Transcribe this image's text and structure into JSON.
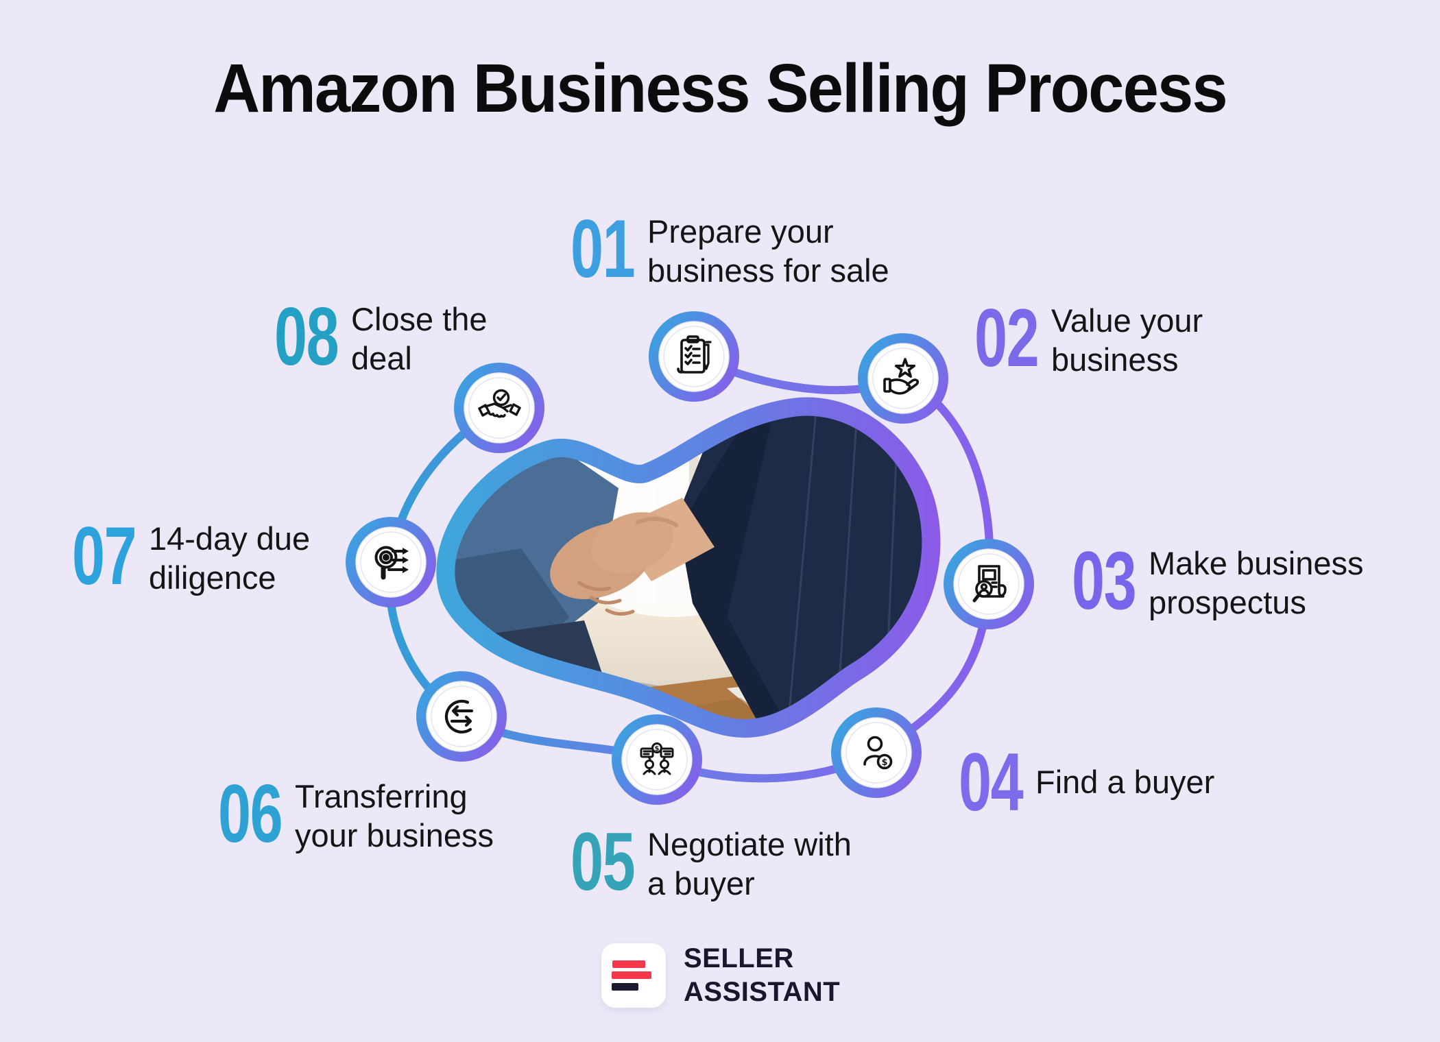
{
  "title": "Amazon Business Selling Process",
  "colors": {
    "background": "#ECE8F8",
    "ring_blue": "#35A6DF",
    "ring_purple": "#8A5BEA",
    "loop_blue": "#2BA2D4",
    "loop_purple": "#8A5BEC",
    "blob_blue": "#3FA6DC",
    "blob_purple": "#8A5BE8",
    "text_dark": "#151515"
  },
  "steps": [
    {
      "number": "01",
      "label": "Prepare your\nbusiness for sale",
      "color": "#3C9FDF",
      "icon": "clipboard-checklist-icon"
    },
    {
      "number": "02",
      "label": "Value your\nbusiness",
      "color": "#7A6AEA",
      "icon": "hand-star-icon"
    },
    {
      "number": "03",
      "label": "Make business\nprospectus",
      "color": "#7765EB",
      "icon": "document-magnifier-icon"
    },
    {
      "number": "04",
      "label": "Find a buyer",
      "color": "#7C6CEC",
      "icon": "buyer-dollar-icon"
    },
    {
      "number": "05",
      "label": "Negotiate with\na buyer",
      "color": "#35A3B8",
      "icon": "negotiation-icon"
    },
    {
      "number": "06",
      "label": "Transferring\nyour business",
      "color": "#2EA2D3",
      "icon": "transfer-arrows-icon"
    },
    {
      "number": "07",
      "label": "14-day due\ndiligence",
      "color": "#2EA2DC",
      "icon": "target-arrows-icon"
    },
    {
      "number": "08",
      "label": "Close the\ndeal",
      "color": "#23A0C4",
      "icon": "handshake-check-icon"
    }
  ],
  "logo": {
    "line1": "SELLER",
    "line2": "ASSISTANT",
    "accent": "#F4394D",
    "dark": "#191930",
    "text_color": "#17172E"
  }
}
